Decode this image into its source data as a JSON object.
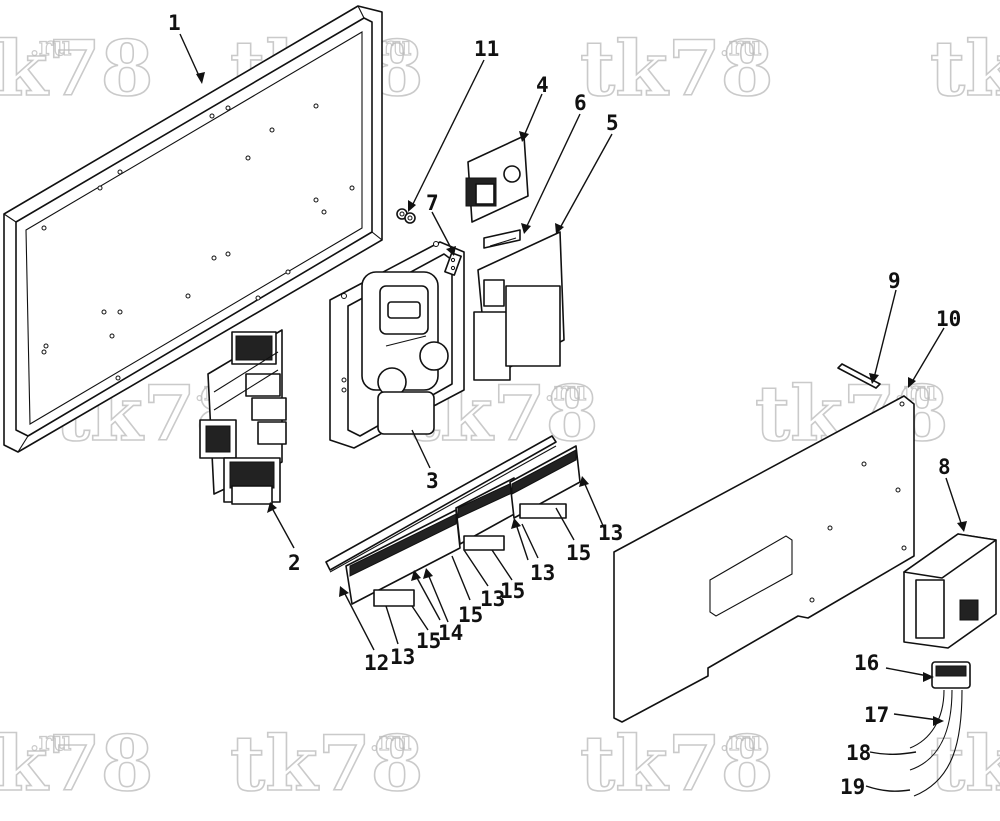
{
  "watermark": {
    "main": "tk78",
    "suffix": ".ru"
  },
  "callouts": {
    "c1": "1",
    "c2": "2",
    "c3": "3",
    "c4": "4",
    "c5": "5",
    "c6": "6",
    "c7": "7",
    "c8": "8",
    "c9": "9",
    "c10": "10",
    "c11": "11",
    "c12": "12",
    "c13a": "13",
    "c13b": "13",
    "c13c": "13",
    "c13d": "13",
    "c13e": "13",
    "c14": "14",
    "c15a": "15",
    "c15b": "15",
    "c15c": "15",
    "c15d": "15",
    "c16": "16",
    "c17": "17",
    "c18": "18",
    "c19": "19"
  }
}
